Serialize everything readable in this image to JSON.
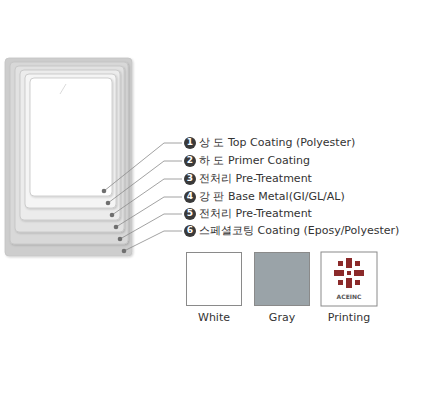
{
  "diagram": {
    "labels": [
      "1",
      "상   도 Top Coating (Polyester)",
      "2",
      "하   도 Primer Coating",
      "3",
      "전처리 Pre-Treatment",
      "4",
      "강   판 Base Metal(GI/GL/AL)",
      "5",
      "전처리 Pre-Treatment",
      "6",
      "스페셜코팅 Coating (Eposy/Polyester)",
      "ACEINC"
    ],
    "legend": [
      {
        "text": "White",
        "color": "#ffffff"
      },
      {
        "text": "Gray",
        "color": "#9aa3a8"
      },
      {
        "text": "Printing"
      }
    ]
  }
}
